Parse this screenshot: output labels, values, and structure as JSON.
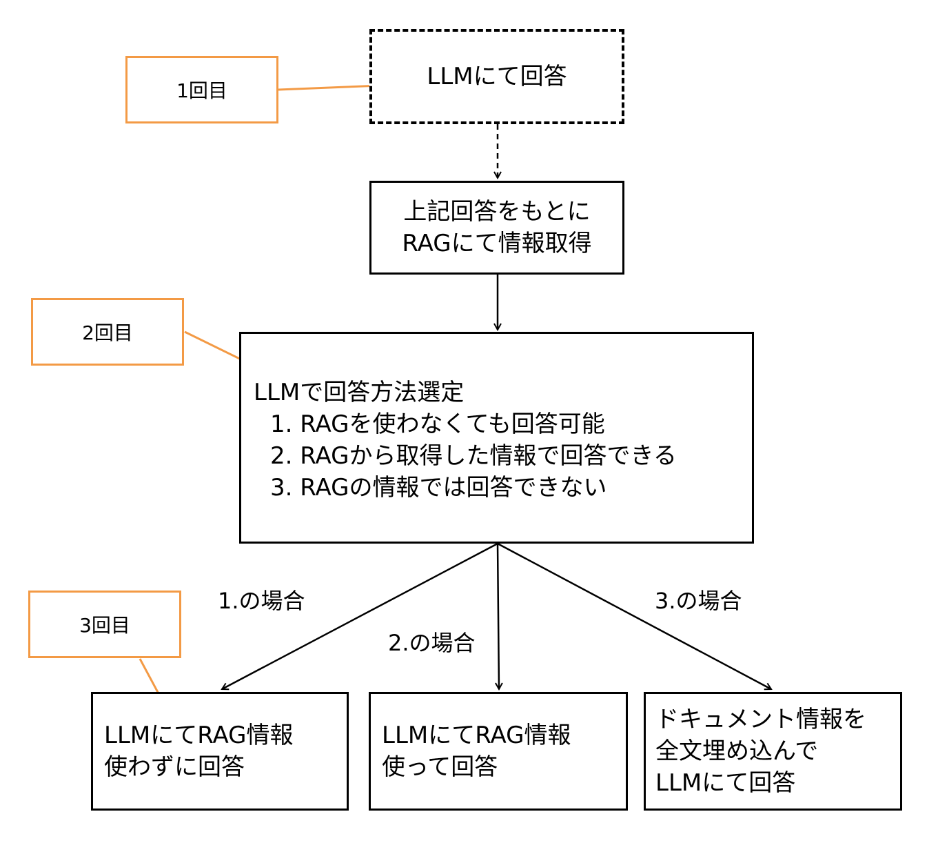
{
  "nodes": {
    "step1": {
      "lines": [
        "LLMにて回答"
      ]
    },
    "step2": {
      "lines": [
        "上記回答をもとに",
        "RAGにて情報取得"
      ]
    },
    "step3": {
      "title": "LLMで回答方法選定",
      "options": [
        "1. RAGを使わなくても回答可能",
        "2. RAGから取得した情報で回答できる",
        "3. RAGの情報では回答できない"
      ]
    },
    "out1": {
      "lines": [
        "LLMにてRAG情報",
        "使わずに回答"
      ]
    },
    "out2": {
      "lines": [
        "LLMにてRAG情報",
        "使って回答"
      ]
    },
    "out3": {
      "lines": [
        "ドキュメント情報を",
        "全文埋め込んで",
        "LLMにて回答"
      ]
    }
  },
  "callouts": {
    "first": "1回目",
    "second": "2回目",
    "third": "3回目"
  },
  "branch_labels": {
    "case1": "1.の場合",
    "case2": "2.の場合",
    "case3": "3.の場合"
  },
  "colors": {
    "callout_border": "#f39a45",
    "line": "#000000"
  }
}
